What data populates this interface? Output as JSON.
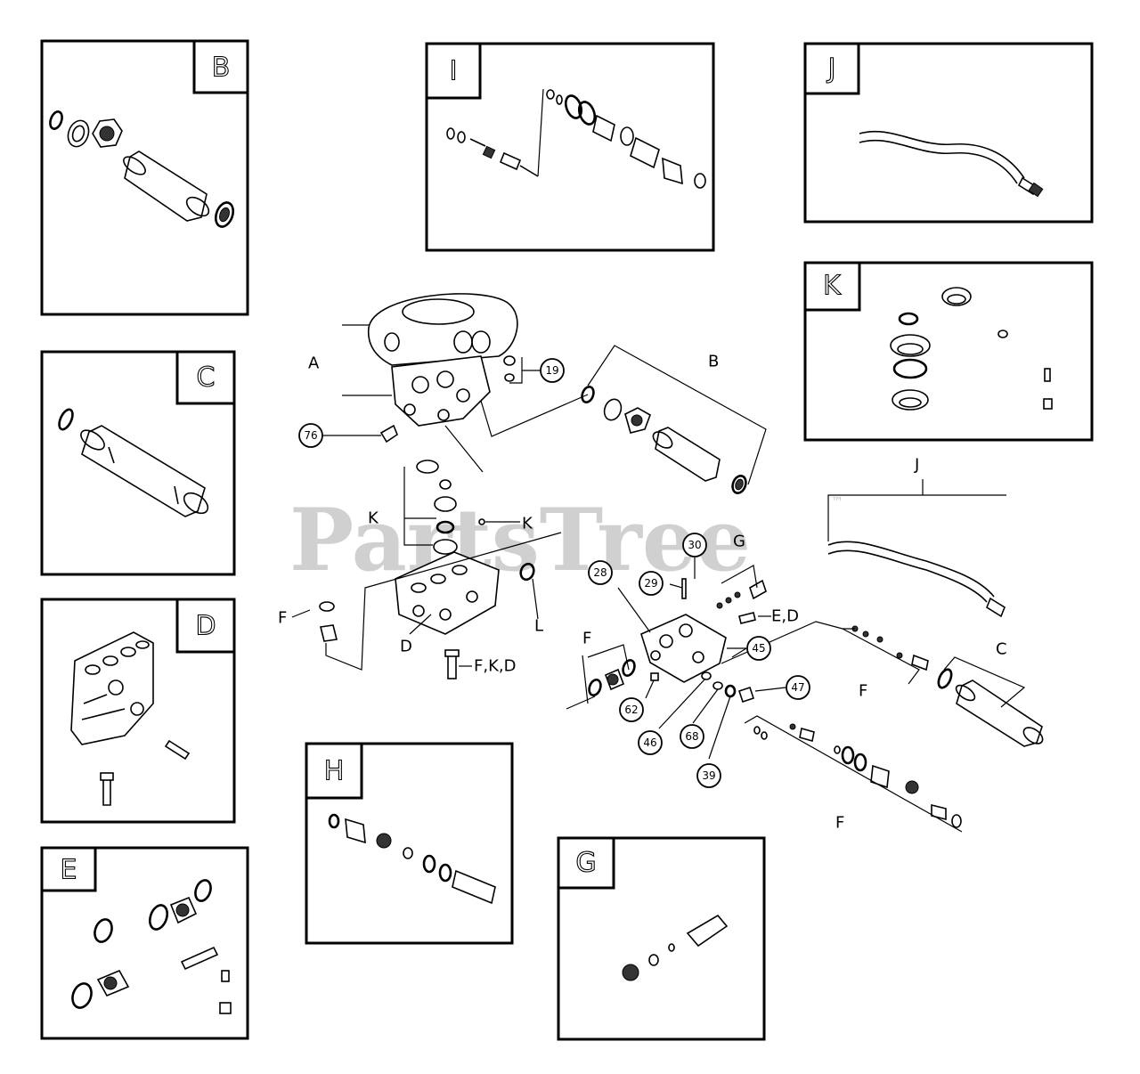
{
  "watermark": {
    "brand": "PartsTree",
    "trademark": "™"
  },
  "panels": [
    {
      "id": "B",
      "tab": "B"
    },
    {
      "id": "I",
      "tab": "I"
    },
    {
      "id": "J",
      "tab": "J"
    },
    {
      "id": "K",
      "tab": "K"
    },
    {
      "id": "C",
      "tab": "C"
    },
    {
      "id": "D",
      "tab": "D"
    },
    {
      "id": "E",
      "tab": "E"
    },
    {
      "id": "H",
      "tab": "H"
    },
    {
      "id": "G",
      "tab": "G"
    }
  ],
  "callouts": [
    {
      "id": "c19",
      "text": "19"
    },
    {
      "id": "c76",
      "text": "76"
    },
    {
      "id": "c30",
      "text": "30"
    },
    {
      "id": "c29",
      "text": "29"
    },
    {
      "id": "c28",
      "text": "28"
    },
    {
      "id": "c45",
      "text": "45"
    },
    {
      "id": "c47",
      "text": "47"
    },
    {
      "id": "c62",
      "text": "62"
    },
    {
      "id": "c46",
      "text": "46"
    },
    {
      "id": "c68",
      "text": "68"
    },
    {
      "id": "c39",
      "text": "39"
    }
  ],
  "labels": {
    "a": "A",
    "b": "B",
    "j": "J",
    "c": "C",
    "g": "G",
    "k1": "K",
    "k2": "K",
    "ed": "E,D",
    "f1": "F",
    "f2": "F",
    "f3": "F",
    "f4": "F",
    "d": "D",
    "l": "L",
    "fkd": "F,K,D"
  }
}
